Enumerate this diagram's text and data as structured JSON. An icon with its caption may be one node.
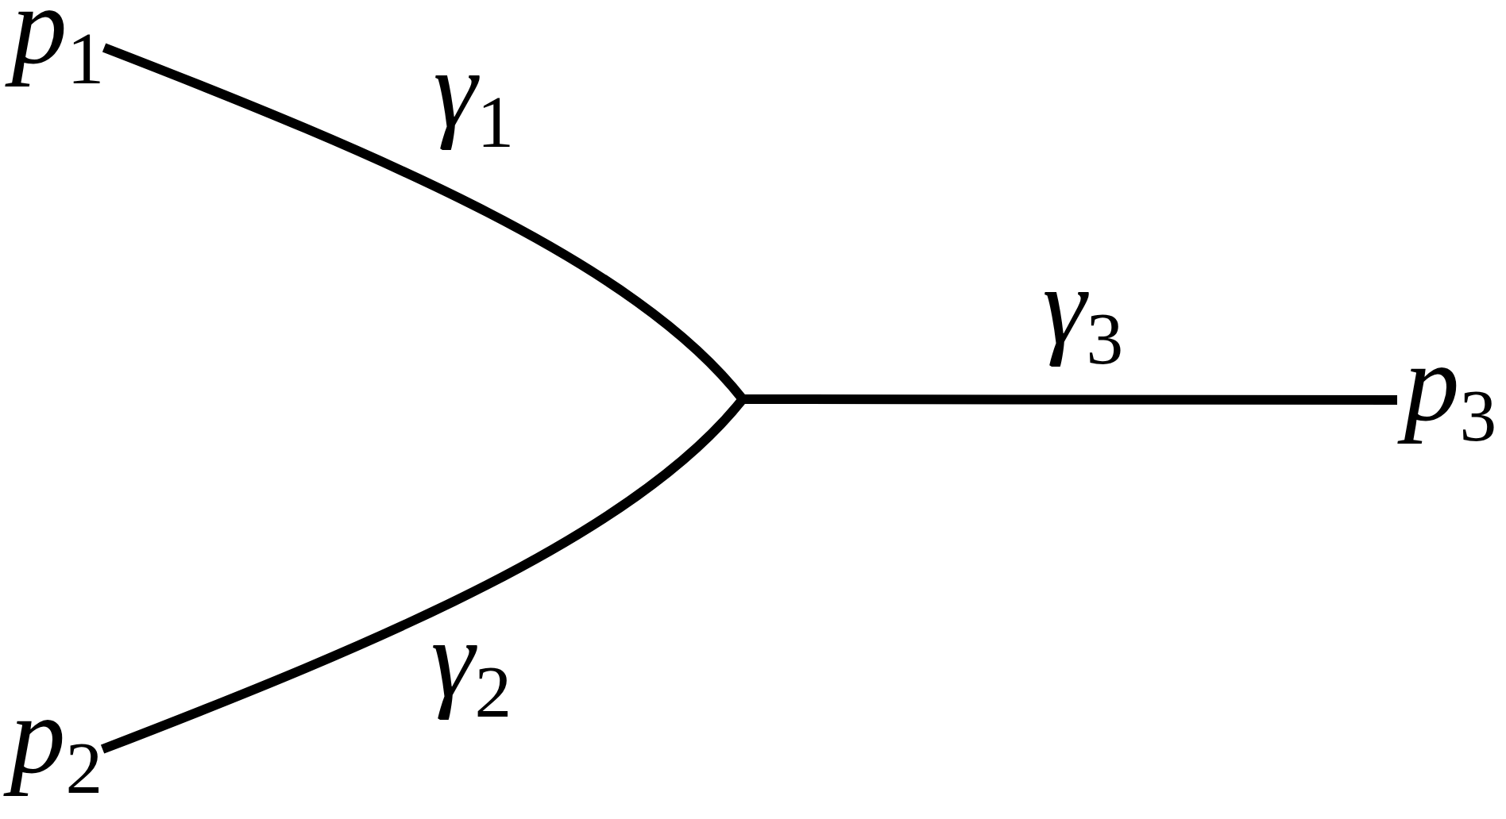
{
  "diagram": {
    "nodes": [
      {
        "text": [
          "p$_{1}$"
        ]
      },
      {
        "text": [
          "p$_{2}$"
        ]
      },
      {
        "text": [
          "p$_{3}$"
        ]
      }
    ],
    "edges": [
      {
        "from": 0,
        "to": null,
        "arrow": "none",
        "label": "γ$_{1}$"
      },
      {
        "from": 1,
        "to": null,
        "arrow": "none",
        "label": "γ$_{2}$"
      },
      {
        "from": null,
        "to": 2,
        "arrow": "none",
        "label": "γ$_{3}$"
      }
    ]
  }
}
